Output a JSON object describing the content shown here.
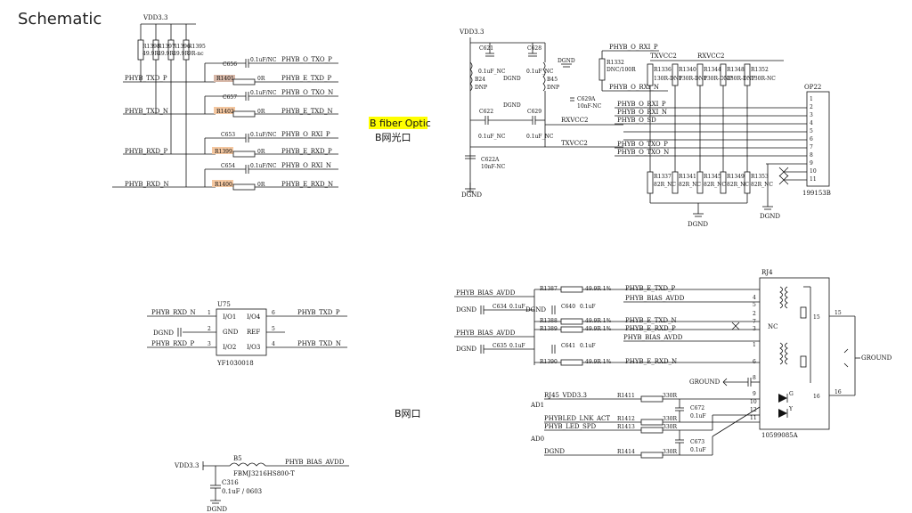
{
  "title": "Schematic",
  "fiber": {
    "highlight_label": "B fiber Optic",
    "caption": "B网光口",
    "highlight_color": "#ffff00",
    "res_highlight_color": "#f4c7a0",
    "power": "VDD3.3",
    "pullups": [
      "R1398",
      "R1397",
      "R1396",
      "R1395"
    ],
    "pullup_values": [
      "49.9R",
      "49.9R",
      "49.9R",
      "9R-nc"
    ],
    "caps": [
      "C656",
      "C657",
      "C653",
      "C654"
    ],
    "cap_values": [
      "0.1uF/NC",
      "0.1uF/NC",
      "0.1uF/NC",
      "0.1uF/NC"
    ],
    "o_nets": [
      "PHYB_O_TXO_P",
      "PHYB_O_TXO_N",
      "PHYB_O_RXI_P",
      "PHYB_O_RXI_N"
    ],
    "resistors": [
      "R1401",
      "R1402",
      "R1399",
      "R1400"
    ],
    "res_value": "0R",
    "e_nets": [
      "PHYB_E_TXD_P",
      "PHYB_E_TXD_N",
      "PHYB_E_RXD_P",
      "PHYB_E_RXD_N"
    ],
    "in_nets": [
      "PHYB_TXD_P",
      "PHYB_TXD_N",
      "PHYB_RXD_P",
      "PHYB_RXD_N"
    ]
  },
  "optical": {
    "vdd": "VDD3.3",
    "caps": [
      "C621",
      "C628",
      "C622",
      "C629"
    ],
    "cap_values": [
      "0.1uF_NC",
      "0.1uF_NC",
      "0.1uF_NC",
      "0.1uF_NC"
    ],
    "dgnd": "DGND",
    "beads": [
      "B24",
      "B45"
    ],
    "dnp": "DNP",
    "r1332": "R1332",
    "r1332_val": "DNC/100R",
    "c629a": "C629A",
    "c629a_val": "10nF-NC",
    "c622a": "C622A",
    "c622a_val": "10nF-NC",
    "rxvcc2": "RXVCC2",
    "txvcc2": "TXVCC2",
    "nets": [
      "PHYB_O_RXI_P",
      "PHYB_O_RXI_N",
      "PHYB_O_SD",
      "PHYB_O_TXO_P",
      "PHYB_O_TXO_N"
    ],
    "top_res": [
      "R1336",
      "R1340",
      "R1344",
      "R1348",
      "R1352"
    ],
    "top_res_val": [
      "130R-DNP",
      "130R-DNP",
      "130R-DNP",
      "130R-DNP",
      "130R-NC"
    ],
    "bot_res": [
      "R1337",
      "R1341",
      "R1345",
      "R1349",
      "R1353"
    ],
    "bot_res_val": [
      "82R_NC",
      "82R_NC",
      "82R_NC",
      "82R_NC",
      "82R_NC"
    ],
    "connector": "OP22",
    "connector_part": "199153B",
    "pins": [
      "1",
      "2",
      "3",
      "4",
      "5",
      "6",
      "7",
      "8",
      "9",
      "10",
      "11"
    ]
  },
  "u75": {
    "ref": "U75",
    "part": "YF1030018",
    "pins_left": [
      "I/O1",
      "GND",
      "I/O2"
    ],
    "pins_right": [
      "I/O4",
      "REF",
      "I/O3"
    ],
    "pin_nums_left": [
      "1",
      "2",
      "3"
    ],
    "pin_nums_right": [
      "6",
      "5",
      "4"
    ],
    "nets_left": [
      "PHYB_RXD_N",
      "DGND",
      "PHYB_RXD_P"
    ],
    "nets_right": [
      "PHYB_TXD_P",
      "",
      "PHYB_TXD_N"
    ]
  },
  "bead": {
    "vdd": "VDD3.3",
    "ref": "B5",
    "part": "FBMJ3216HS800-T",
    "cap": "C316",
    "cap_val": "0.1uF / 0603",
    "net": "PHYB_BIAS_AVDD",
    "gnd": "DGND"
  },
  "rj45": {
    "caption": "B网口",
    "ref": "RJ4",
    "part": "10599085A",
    "bias": "PHYB_BIAS_AVDD",
    "dgnd": "DGND",
    "res": [
      "R1387",
      "R1388",
      "R1389",
      "R1390"
    ],
    "res_val": "49.9R 1%",
    "nets": [
      "PHYB_E_TXD_P",
      "PHYB_E_TXD_N",
      "PHYB_E_RXD_P",
      "PHYB_E_RXD_N"
    ],
    "caps": [
      "C634",
      "C640",
      "C635",
      "C641"
    ],
    "cap_val": "0.1uF",
    "pins": [
      "4",
      "5",
      "2",
      "7",
      "3",
      "6",
      "8",
      "15",
      "16",
      "9",
      "10",
      "12",
      "11",
      "1"
    ],
    "nc": "NC",
    "ground": "GROUND",
    "leds": [
      "RJ45_VDD3.3",
      "PHYBLED_LNK_ACT",
      "PHYB_LED_SPD",
      "DGND"
    ],
    "led_res": [
      "R1411",
      "R1412",
      "R1413",
      "R1414"
    ],
    "led_res_val": "330R",
    "led_caps": [
      "C672",
      "C673"
    ],
    "led_cap_val": "0.1uF",
    "led_labels": [
      "AD1",
      "AD0"
    ],
    "led_colors": [
      "G",
      "Y"
    ]
  }
}
